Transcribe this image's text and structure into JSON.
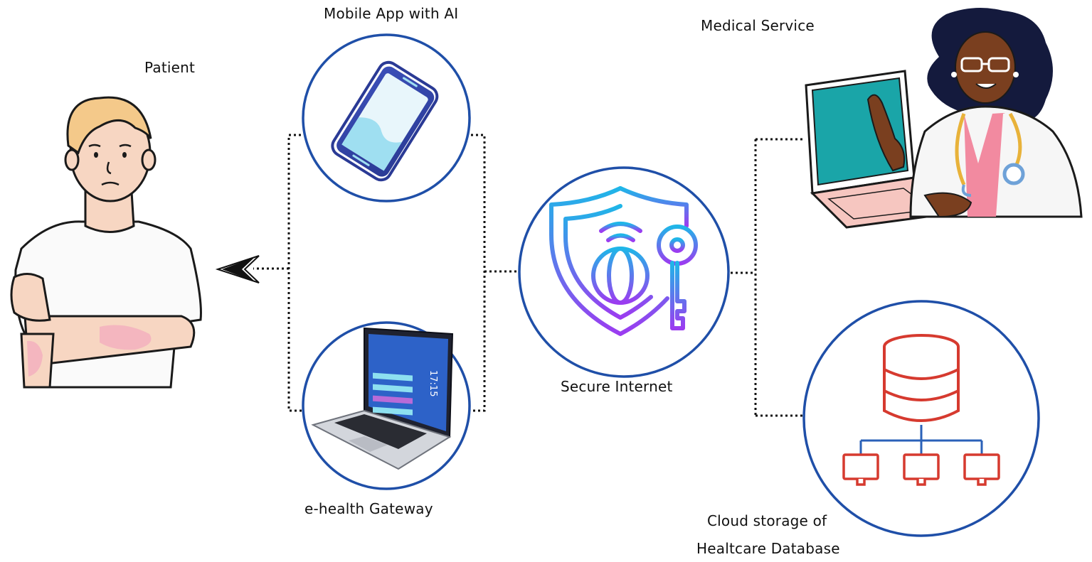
{
  "labels": {
    "patient": "Patient",
    "mobile_app": "Mobile App with AI",
    "medical_service": "Medical Service",
    "secure_internet": "Secure Internet",
    "gateway": "e-health Gateway",
    "cloud_line1": "Cloud storage of",
    "cloud_line2": "Healtcare Database"
  },
  "laptop_screen_text": "17:15",
  "colors": {
    "circle_stroke": "#1f4fa8",
    "connector": "#111111",
    "database_red": "#d63a2f",
    "network_blue": "#2a61b8",
    "shield_gradient_top": "#1fb6e8",
    "shield_gradient_bottom": "#9b3cf0"
  }
}
